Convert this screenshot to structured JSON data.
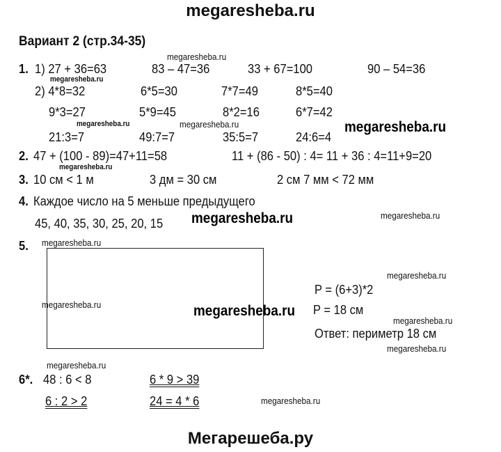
{
  "header": "megaresheba.ru",
  "footer": "Мегарешеба.ру",
  "watermark": "megaresheba.ru",
  "title": "Вариант 2 (стр.34-35)",
  "task1": {
    "num": "1.",
    "row1": [
      "1) 27 + 36=63",
      "83 – 47=36",
      "33 + 67=100",
      "90 – 54=36"
    ],
    "row2": [
      "2) 4*8=32",
      "6*5=30",
      "7*7=49",
      "8*5=40"
    ],
    "row3": [
      "9*3=27",
      "5*9=45",
      "8*2=16",
      "6*7=42"
    ],
    "row4": [
      "21:3=7",
      "49:7=7",
      "35:5=7",
      "24:6=4"
    ]
  },
  "task2": {
    "num": "2.",
    "a": "47 + (100 - 89)=47+11=58",
    "b": "11 + (86 - 50) : 4= 11 + 36 : 4=11+9=20"
  },
  "task3": {
    "num": "3.",
    "a": "10 см < 1 м",
    "b": "3 дм = 30 см",
    "c": "2 см 7 мм < 72 мм"
  },
  "task4": {
    "num": "4.",
    "text": "Каждое число на 5 меньше предыдущего",
    "seq": "45, 40, 35, 30, 25, 20, 15"
  },
  "task5": {
    "num": "5.",
    "formula": "P = (6+3)*2",
    "result": "P = 18 см",
    "answer": "Ответ: периметр 18 см"
  },
  "task6": {
    "num": "6*.",
    "a": "48 : 6 < 8",
    "b": "6 * 9 > 39",
    "c": "6 : 2 > 2",
    "d": "24 = 4 * 6"
  }
}
